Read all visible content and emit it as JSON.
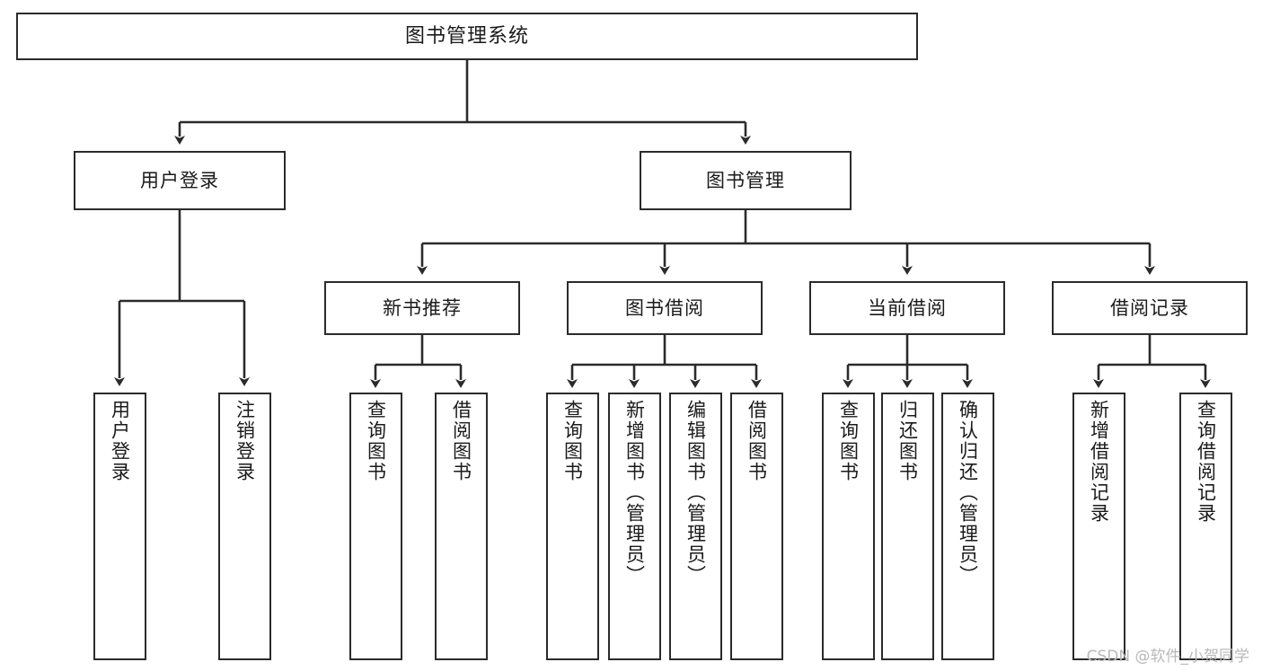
{
  "diagram": {
    "title": "图书管理系统",
    "type": "functional-structure-tree",
    "root": {
      "label": "图书管理系统"
    },
    "level2": [
      {
        "label": "用户登录"
      },
      {
        "label": "图书管理"
      }
    ],
    "level3": [
      {
        "label": "新书推荐"
      },
      {
        "label": "图书借阅"
      },
      {
        "label": "当前借阅"
      },
      {
        "label": "借阅记录"
      }
    ],
    "leaves": {
      "user_login": [
        {
          "label": "用户登录"
        },
        {
          "label": "注销登录"
        }
      ],
      "new_book_recommend": [
        {
          "label": "查询图书"
        },
        {
          "label": "借阅图书"
        }
      ],
      "book_borrow": [
        {
          "label": "查询图书"
        },
        {
          "label": "新增图书（管理员）"
        },
        {
          "label": "编辑图书（管理员）"
        },
        {
          "label": "借阅图书"
        }
      ],
      "current_borrow": [
        {
          "label": "查询图书"
        },
        {
          "label": "归还图书"
        },
        {
          "label": "确认归还（管理员）"
        }
      ],
      "borrow_record": [
        {
          "label": "新增借阅记录"
        },
        {
          "label": "查询借阅记录"
        }
      ]
    }
  },
  "watermark": {
    "text": "CSDN @软件_小贺同学"
  },
  "colors": {
    "stroke": "#2b2b2b",
    "fill": "#ffffff",
    "text": "#1a1a1a",
    "watermark": "#b9b9b9"
  }
}
